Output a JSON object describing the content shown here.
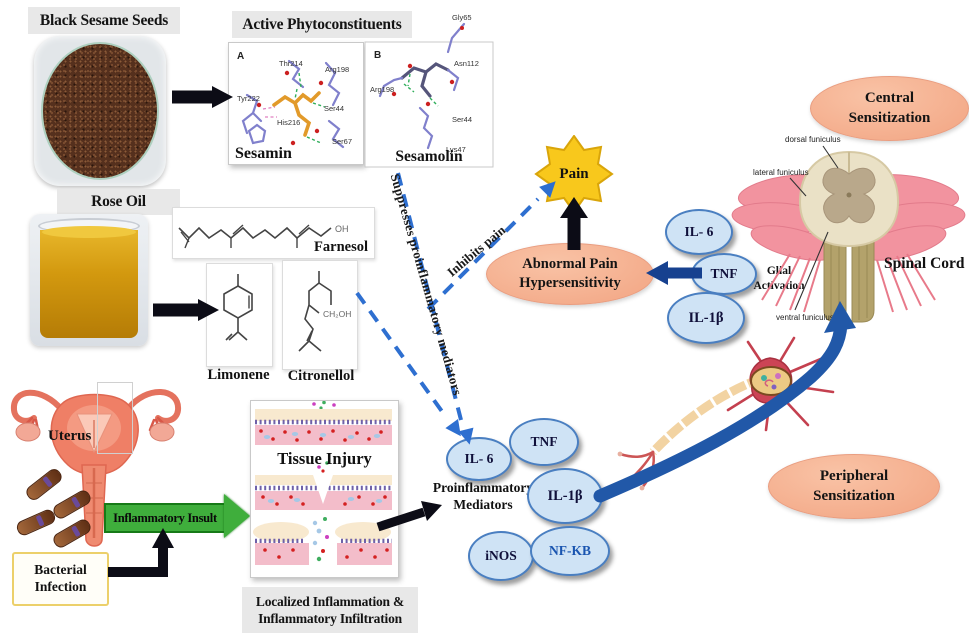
{
  "colors": {
    "bubble_fill": "#cfe3f5",
    "bubble_border": "#4a7fc1",
    "orange_ellipse": "#f2a482",
    "pain_star": "#f8c81c",
    "green_arrow": "#3fae3c",
    "dashed_blue": "#2e6fd0",
    "swoosh_blue": "#2158a8",
    "arrow_black": "#0c0c16",
    "nfkb_text": "#1a55b0",
    "label_gray": "#e8e8e8"
  },
  "sources": {
    "sesame": "Black Sesame Seeds",
    "rose": "Rose Oil",
    "active": "Active Phytoconstituents"
  },
  "phyto": {
    "sesamin": {
      "panel": "A",
      "name": "Sesamin",
      "residues": [
        "Thr214",
        "Arg198",
        "Tyr222",
        "Ser44",
        "His216",
        "Ser67"
      ]
    },
    "sesamolin": {
      "panel": "B",
      "name": "Sesamolin",
      "residues": [
        "Gly65",
        "Asn112",
        "Arg198",
        "Ser44",
        "Lys47"
      ]
    }
  },
  "chemicals": {
    "farnesol": {
      "name": "Farnesol",
      "oh": "OH"
    },
    "limonene": {
      "name": "Limonene"
    },
    "citronellol": {
      "name": "Citronellol",
      "oh": "CH₂OH"
    }
  },
  "pathway": {
    "uterus": "Uterus",
    "bacterial_line1": "Bacterial",
    "bacterial_line2": "Infection",
    "insult": "Inflammatory Insult",
    "tissue": "Tissue Injury",
    "localized_line1": "Localized Inflammation &",
    "localized_line2": "Inflammatory Infiltration",
    "suppresses": "Suppresses proinflammatory mediators",
    "inhibits": "Inhibits pain",
    "pain": "Pain",
    "abnormal_line1": "Abnormal Pain",
    "abnormal_line2": "Hypersensitivity",
    "proinf_line1": "Proinflammatory",
    "proinf_line2": "Mediators"
  },
  "mediators": {
    "items": [
      "IL- 6",
      "TNF",
      "IL-1β",
      "iNOS",
      "NF-KB"
    ]
  },
  "spinal": {
    "bubbles": [
      "IL- 6",
      "TNF",
      "IL-1β"
    ],
    "glial_line1": "Glial",
    "glial_line2": "Activation",
    "cord": "Spinal Cord",
    "funiculi": [
      "dorsal funiculus",
      "lateral funiculus",
      "ventral funiculus"
    ],
    "central_line1": "Central",
    "central_line2": "Sensitization",
    "peripheral_line1": "Peripheral",
    "peripheral_line2": "Sensitization"
  }
}
